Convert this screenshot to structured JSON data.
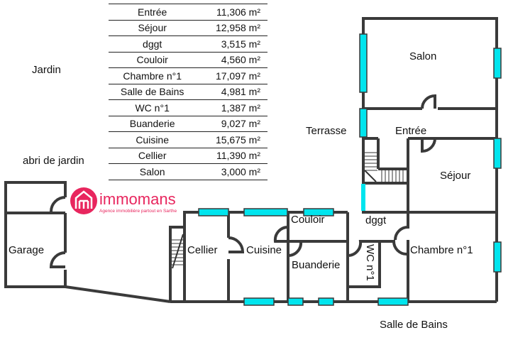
{
  "areas_table": [
    {
      "room": "Entrée",
      "area": "11,306 m²"
    },
    {
      "room": "Séjour",
      "area": "12,958 m²"
    },
    {
      "room": "dggt",
      "area": "3,515 m²"
    },
    {
      "room": "Couloir",
      "area": "4,560 m²"
    },
    {
      "room": "Chambre n°1",
      "area": "17,097 m²"
    },
    {
      "room": "Salle de Bains",
      "area": "4,981 m²"
    },
    {
      "room": "WC n°1",
      "area": "1,387 m²"
    },
    {
      "room": "Buanderie",
      "area": "9,027 m²"
    },
    {
      "room": "Cuisine",
      "area": "15,675 m²"
    },
    {
      "room": "Cellier",
      "area": "11,390 m²"
    },
    {
      "room": "Salon",
      "area": "3,000 m²"
    }
  ],
  "labels": {
    "jardin": "Jardin",
    "abri": "abri de jardin",
    "garage": "Garage",
    "terrasse": "Terrasse",
    "salon": "Salon",
    "entree": "Entrée",
    "sejour": "Séjour",
    "dggt": "dggt",
    "couloir": "Couloir",
    "cellier": "Cellier",
    "cuisine": "Cuisine",
    "buanderie": "Buanderie",
    "wc": "WC n°1",
    "chambre": "Chambre n°1",
    "sdb": "Salle de Bains"
  },
  "watermark": {
    "brand": "immomans",
    "tagline": "Agence immobilière partout en Sarthe",
    "color": "#e8265e"
  },
  "colors": {
    "wall": "#3a3a3a",
    "window": "#00e5ee"
  }
}
